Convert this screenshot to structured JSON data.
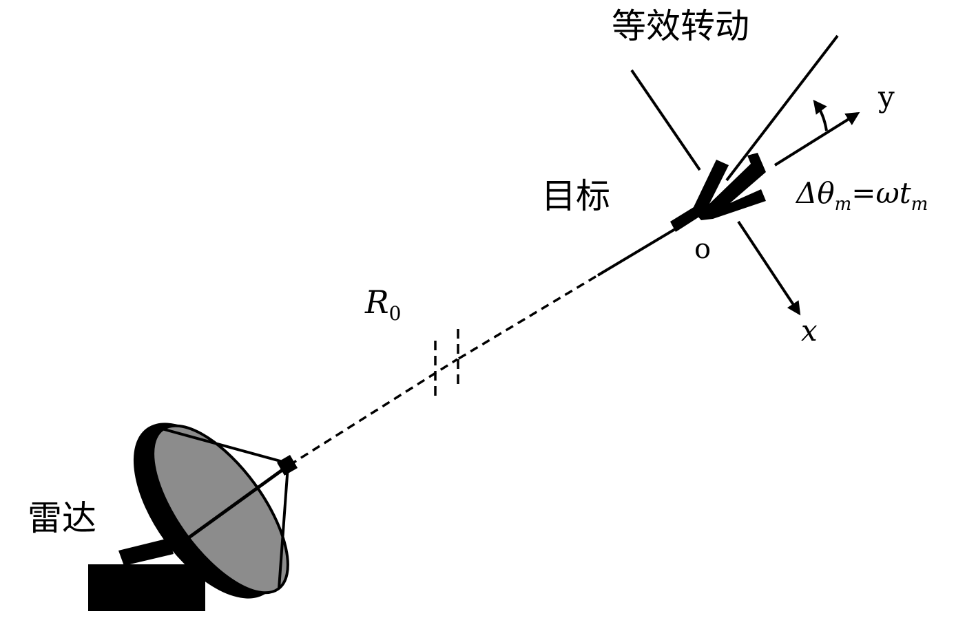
{
  "labels": {
    "rotation": "等效转动",
    "target": "目标",
    "radar": "雷达",
    "range": "R",
    "range_sub": "0",
    "origin": "o",
    "y_axis": "y",
    "x_axis": "x",
    "formula_delta": "Δθ",
    "formula_sub1": "m",
    "formula_eq": "=ωt",
    "formula_sub2": "m"
  },
  "colors": {
    "ink": "#000000",
    "dish": "#8c8c8c"
  }
}
